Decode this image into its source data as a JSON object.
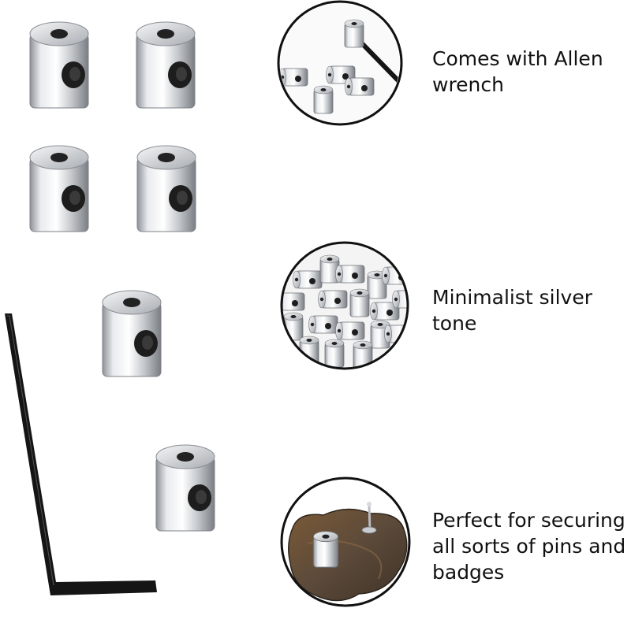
{
  "features": [
    {
      "lines": [
        "Comes with Allen",
        "wrench"
      ],
      "icon": "allen-wrench-pin-locks-circle"
    },
    {
      "lines": [
        "Minimalist silver",
        "tone"
      ],
      "icon": "pile-of-pin-locks-circle"
    },
    {
      "lines": [
        "Perfect for securing",
        "all sorts of pins and",
        "badges"
      ],
      "icon": "badge-with-pin-lock-circle"
    }
  ],
  "product": {
    "name": "pin locks",
    "color": "#c9ccd0",
    "count_shown": 6
  },
  "colors": {
    "metal": "#d8dbdf",
    "metal_shadow": "#8c9096",
    "hole": "#1a1a1a",
    "wrench": "#151515",
    "badge": "#5a4632"
  }
}
